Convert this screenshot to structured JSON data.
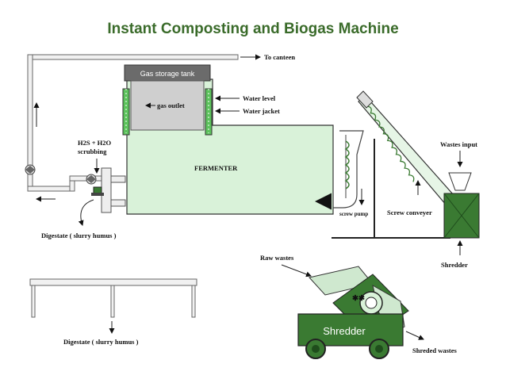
{
  "title": "Instant Composting and Biogas Machine",
  "labels": {
    "to_canteen": "To canteen",
    "gas_storage_tank": "Gas storage tank",
    "gas_outlet": "gas outlet",
    "water_level": "Water level",
    "water_jacket": "Water jacket",
    "scrubbing_line1": "H2S + H2O",
    "scrubbing_line2": "scrubbing",
    "fermenter": "FERMENTER",
    "wastes_input": "Wastes input",
    "screw_pump": "screw pump",
    "screw_conveyer": "Screw conveyer",
    "shredder_top": "Shredder",
    "digestate_top": "Digestate ( slurry humus )",
    "raw_wastes": "Raw wastes",
    "digestate_bottom": "Digestate ( slurry humus )",
    "shredder_machine": "Shredder",
    "shreded_wastes": "Shreded wastes"
  },
  "colors": {
    "title": "#3a6b2a",
    "fermenter_fill": "#d9f2d9",
    "jacket_green": "#5cc25c",
    "tank_dark": "#6b6b6b",
    "shredder_green": "#3a7a32",
    "shredder_dark": "#1f4d1c"
  }
}
